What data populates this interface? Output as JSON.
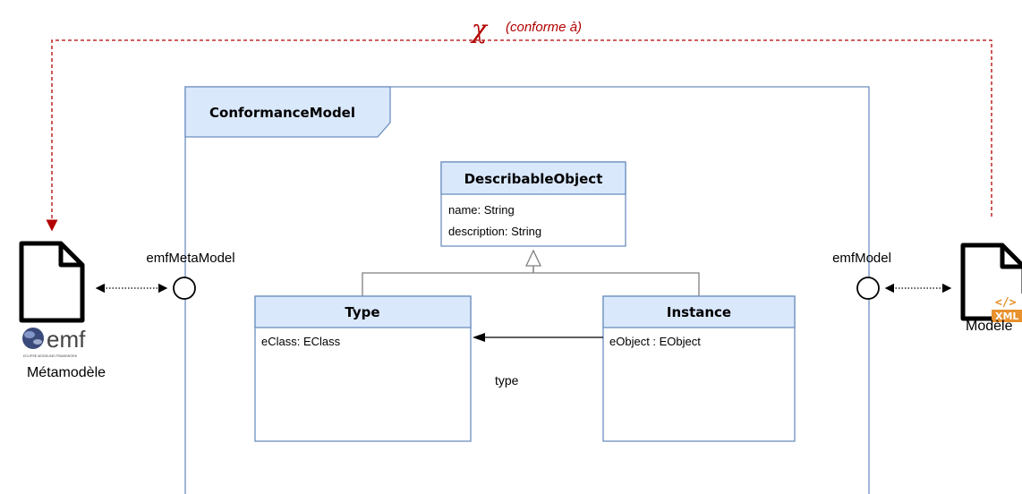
{
  "colors": {
    "frame": "#6c8ebf",
    "header_fill": "#dae8fc",
    "conformance_red": "#b20000",
    "xml_orange": "#e8912d",
    "text": "#000000"
  },
  "conformance": {
    "symbol": "χ",
    "label": "(conforme à)"
  },
  "frame": {
    "title": "ConformanceModel"
  },
  "ports": {
    "left": {
      "label": "emfMetaModel"
    },
    "right": {
      "label": "emfModel"
    }
  },
  "classes": {
    "describable": {
      "title": "DescribableObject",
      "attr1": "name: String",
      "attr2": "description: String"
    },
    "type": {
      "title": "Type",
      "attr1": "eClass: EClass"
    },
    "instance": {
      "title": "Instance",
      "attr1": "eObject : EObject"
    }
  },
  "associations": {
    "type_ref": "type"
  },
  "documents": {
    "metamodel": {
      "icon": "file-icon",
      "logo_text": "emf",
      "logo_subtext": "ECLIPSE MODELING FRAMEWORK",
      "caption": "Métamodèle"
    },
    "model": {
      "icon": "file-xml-icon",
      "badge_symbol": "</>",
      "badge_text": "XML",
      "caption": "Modèle"
    }
  }
}
